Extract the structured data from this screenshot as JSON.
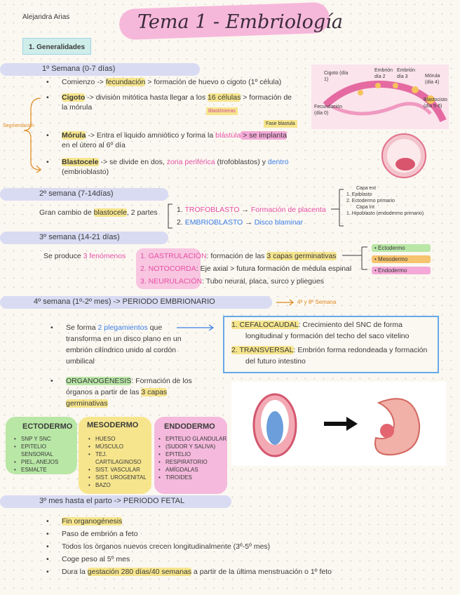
{
  "header": {
    "author": "Alejandra Arias",
    "title": "Tema 1 - Embriología",
    "section": "1.   Generalidades"
  },
  "week1": {
    "heading": "1º Semana (0-7 días)",
    "b1_a": "Comienzo -> ",
    "b1_b": "fecundación",
    "b1_c": " > formación de huevo o cigoto (1º célula)",
    "b2_a": "Cigoto",
    "b2_b": " -> división mitótica hasta llegar a los ",
    "b2_c": "16 células",
    "b2_d": " > formación de",
    "b2_e": "la mórula",
    "b2_note": "Blastómeras",
    "b3_side": "Segmentación",
    "fase_label": "Fase blastula",
    "b3_a": "Mórula",
    "b3_b": " -> Entra el liquido amniótico y forma la ",
    "b3_c": "blástula",
    "b3_d": " > se implanta",
    "b3_e": "en el útero al 6º día",
    "b4_a": "Blastocele",
    "b4_b": " -> se divide en dos, ",
    "b4_c": "zona periférica",
    "b4_d": " (trofoblastos) y ",
    "b4_e": "dentro",
    "b4_f": "(embrioblasto)"
  },
  "diagram1": {
    "cigoto": "Cigoto (día 1)",
    "e2": "Embrión día 2",
    "e3": "Embrión día 3",
    "morula": "Mórula (día 4)",
    "blastocisto": "Blastocisto (día 5-6)",
    "fecund": "Fecundación (día 0)"
  },
  "week2": {
    "heading": "2º semana (7-14días)",
    "text_a": "Gran cambio de ",
    "text_b": "blastocele",
    "text_c": ", 2 partes",
    "i1_num": "1.",
    "i1_a": "TROFOBLASTO",
    "i1_b": " → ",
    "i1_c": "Formación de placenta",
    "i2_num": "2.",
    "i2_a": "EMBRIOBLASTO",
    "i2_b": " → ",
    "i2_c": "Disco blaminar",
    "side": [
      "Capa ext",
      "1. Epiblasto",
      "2. Ectodermo primario",
      "Capa int",
      "1. Hipoblasto (endodermo primario)"
    ]
  },
  "week3": {
    "heading": "3º semana (14-21 días)",
    "text_a": "Se produce ",
    "text_b": "3 fenómenos",
    "p1_a": "1. GASTRULACIÓN",
    "p1_b": ": formación de las ",
    "p1_c": "3 capas germinativas",
    "p2_a": "2. NOTOCORDA",
    "p2_b": ": Eje axial > futura formación de médula espinal",
    "p3_a": "3. NEURULACIÓN",
    "p3_b": ": Tubo neural, placa, surco y pliegues",
    "layers": [
      "Ectodermo",
      "Mesodermo",
      "Endodermo"
    ]
  },
  "week4": {
    "heading": "4º semana (1º-2º mes) -> PERIODO EMBRIONARIO",
    "arrow_note": "4ª y 8ª Semana",
    "b1_a": "Se forma ",
    "b1_b": "2 plegamientos",
    "b1_c": " que",
    "b1_d": "transforma en un disco plano en un",
    "b1_e": "embrión cilíndrico unido al cordón",
    "b1_f": "umbilical",
    "b2_a": "ORGANOGÉNESIS",
    "b2_b": ": Formación de los",
    "b2_c": "órganos a partir de las ",
    "b2_d": "3 capas",
    "b2_e": "germinativas",
    "box1_a": "1. CEFALOCAUDAL",
    "box1_b": ": Crecimiento del SNC de forma",
    "box1_c": "longitudinal y formación del techo del saco vitelino",
    "box2_a": "2. TRANSVERSAL",
    "box2_b": ": Embrión forma redondeada y formación",
    "box2_c": "del futuro intestino"
  },
  "layers": {
    "ecto": {
      "title": "ECTODERMO",
      "items": [
        "SNP Y SNC",
        "EPITELIO SENSORIAL",
        "PIEL, ANEJOS",
        "ESMALTE"
      ]
    },
    "meso": {
      "title": "MESODERMO",
      "items": [
        "HUESO",
        "MÚSCULO",
        "TEJ. CARTILAGINOSO",
        "SIST. VASCULAR",
        "SIST. UROGENITAL",
        "BAZO"
      ]
    },
    "endo": {
      "title": "ENDODERMO",
      "items": [
        "EPITELIO GLANDULAR",
        "(SUDOR Y SALIVA)",
        "EPITELIO",
        "RESPIRATORIO",
        "AMÍGDALAS",
        "TIROIDES"
      ]
    }
  },
  "fetal": {
    "heading": "3º mes hasta el parto -> PERIODO FETAL",
    "items": [
      "Fin organogénesis",
      "Paso de embrión a feto",
      "Todos los órganos nuevos crecen longitudinalmente (3º-5º mes)",
      "Coge peso al 5º mes"
    ],
    "last_a": "Dura la ",
    "last_b": "gestación 280 días/40 semanas",
    "last_c": " a partir de la última menstruación o 1º feto"
  },
  "colors": {
    "pink": "#e64fa6",
    "blue": "#3d7ee8",
    "lavender": "#d9dbf3",
    "yellow": "#f6e58d",
    "green": "#b9e7a6"
  }
}
